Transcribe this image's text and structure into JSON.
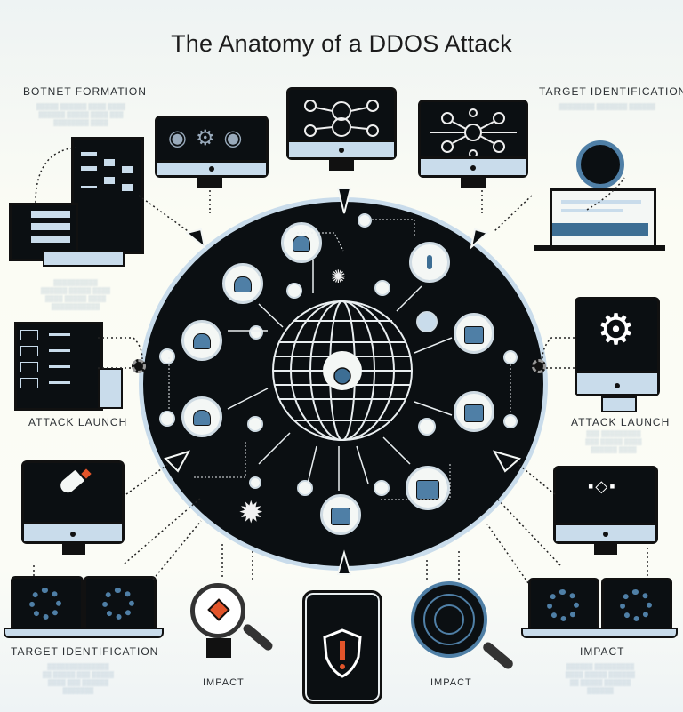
{
  "title": "The Anatomy of a DDOS Attack",
  "sections": {
    "top_left": {
      "label": "BOTNET FORMATION"
    },
    "top_right": {
      "label": "TARGET IDENTIFICATION"
    },
    "mid_left": {
      "label": "ATTACK LAUNCH"
    },
    "mid_right": {
      "label": "ATTACK LAUNCH"
    },
    "bottom_left": {
      "label": "TARGET IDENTIFICATION"
    },
    "bottom_right": {
      "label": "IMPACT"
    },
    "bottom_center_left": {
      "label": "IMPACT"
    },
    "bottom_center_right": {
      "label": "IMPACT"
    }
  },
  "icons": {
    "center": "globe-icon",
    "nodes": [
      "user-icon",
      "user-icon",
      "user-icon",
      "user-icon",
      "server-icon",
      "server-icon",
      "server-icon",
      "server-icon"
    ],
    "shield": "shield-warning-icon",
    "rocket": "rocket-icon",
    "gear": "gear-icon",
    "magnifier": "magnifier-icon"
  },
  "colors": {
    "dark": "#0b0f12",
    "accent_blue": "#4f7fa6",
    "light_blue": "#c9dceb",
    "alert_orange": "#e2542a",
    "background": "#fbfcf6"
  }
}
